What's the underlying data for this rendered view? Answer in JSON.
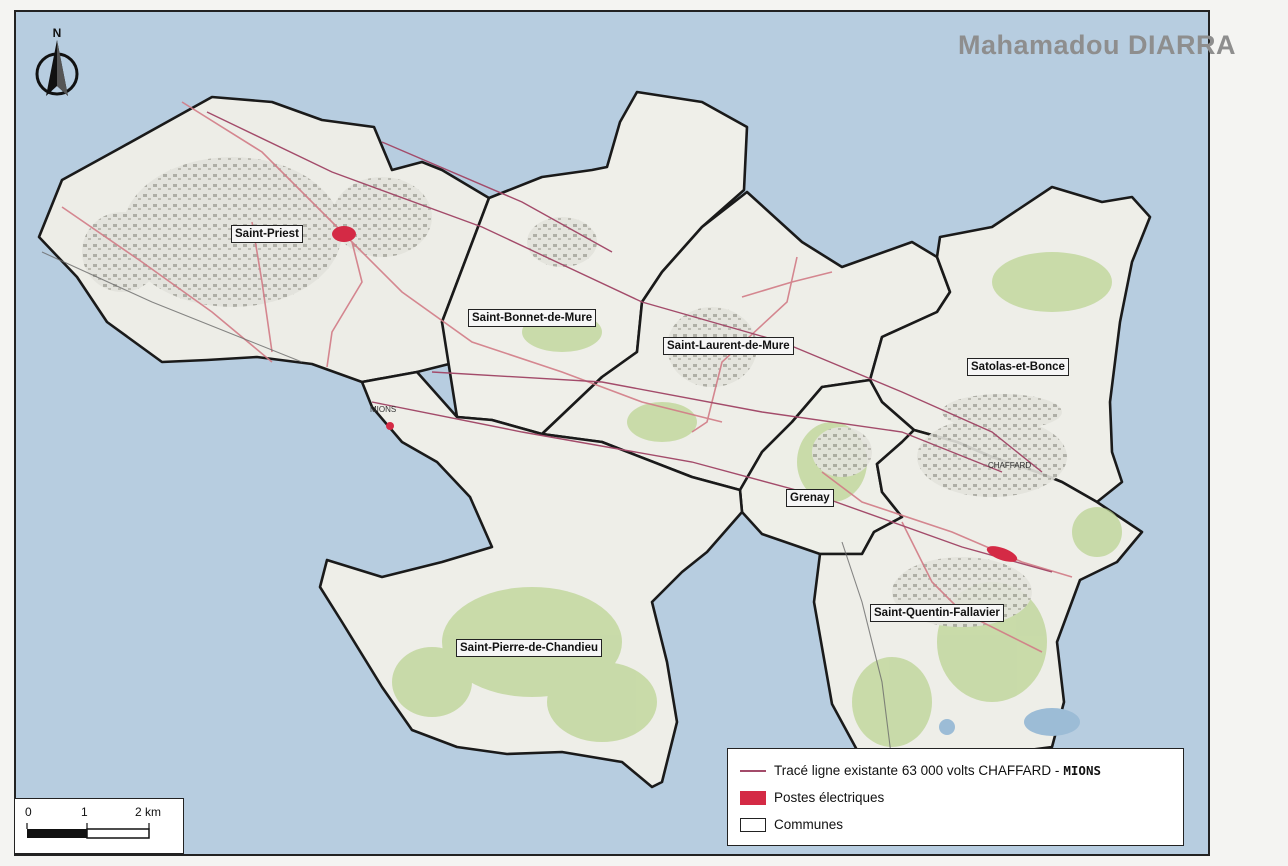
{
  "author": "Mahamadou DIARRA",
  "north_arrow": {
    "letter": "N",
    "icon": "north-arrow-icon"
  },
  "communes": [
    {
      "name": "Saint-Priest"
    },
    {
      "name": "Saint-Bonnet-de-Mure"
    },
    {
      "name": "Saint-Laurent-de-Mure"
    },
    {
      "name": "Satolas-et-Bonce"
    },
    {
      "name": "Grenay"
    },
    {
      "name": "Saint-Pierre-de-Chandieu"
    },
    {
      "name": "Saint-Quentin-Fallavier"
    }
  ],
  "place_labels": [
    "CHAFFARD",
    "MIONS"
  ],
  "legend": {
    "line_label": "Tracé ligne existante 63 000 volts CHAFFARD -",
    "line_label_bold": "MIONS",
    "postes_label": "Postes électriques",
    "communes_label": "Communes"
  },
  "scale": {
    "tick0": "0",
    "tick1": "1",
    "tick2": "2 km"
  },
  "colors": {
    "water": "#b7cde0",
    "land": "#eeeeea",
    "border": "#1a1a1a",
    "power_line": "#a34b6a",
    "poste": "#d42a45",
    "vegetation": "#bcd494"
  }
}
